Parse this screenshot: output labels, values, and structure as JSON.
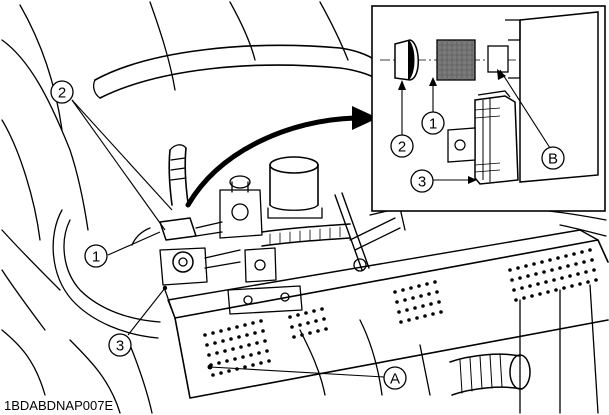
{
  "figure": {
    "code": "1BDABDNAP007E"
  },
  "callouts": {
    "main_2": "2",
    "main_1": "1",
    "main_3": "3",
    "main_A": "A",
    "inset_1": "1",
    "inset_2": "2",
    "inset_3": "3",
    "inset_B": "B"
  }
}
